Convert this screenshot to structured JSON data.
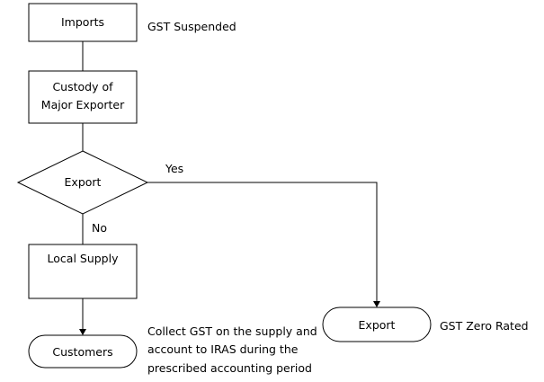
{
  "nodes": {
    "imports": {
      "label": "Imports"
    },
    "custody": {
      "lines": [
        "Custody of",
        "Major Exporter"
      ]
    },
    "export_decision": {
      "label": "Export"
    },
    "local_supply": {
      "label": "Local Supply"
    },
    "customers": {
      "label": "Customers"
    },
    "export_terminal": {
      "label": "Export"
    }
  },
  "edge_labels": {
    "yes": "Yes",
    "no": "No"
  },
  "annotations": {
    "gst_suspended": "GST Suspended",
    "gst_zero_rated": "GST Zero Rated",
    "collect_gst": [
      "Collect GST on the supply and",
      "account to IRAS during the",
      "prescribed accounting period"
    ]
  }
}
